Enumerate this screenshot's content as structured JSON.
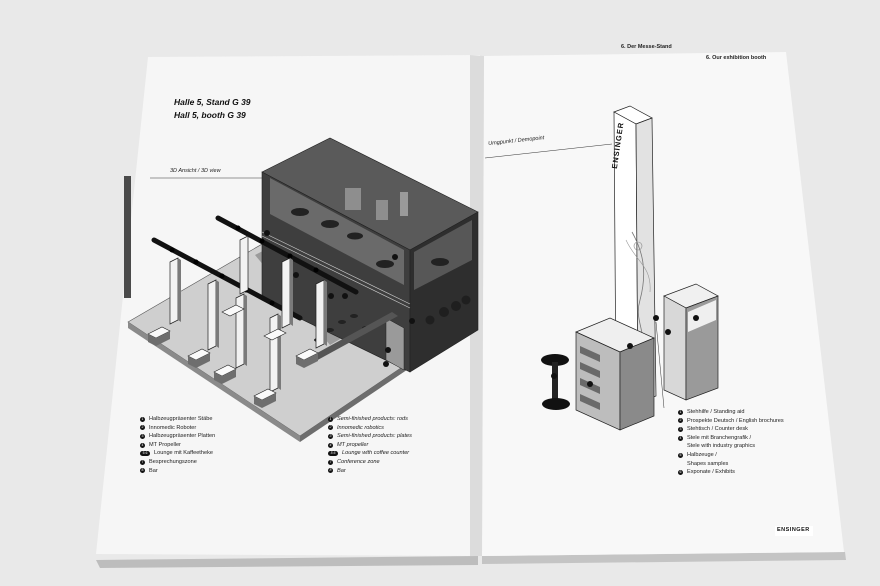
{
  "left_page": {
    "title_de": "Halle 5, Stand G 39",
    "title_en": "Hall 5, booth G 39",
    "view_label": "3D Ansicht / 3D view",
    "legend_de": [
      {
        "n": "1",
        "text": "Halbzeugpräsenter Stäbe"
      },
      {
        "n": "2",
        "text": "Innomedic Roboter"
      },
      {
        "n": "3",
        "text": "Halbzeugpräsenter Platten"
      },
      {
        "n": "4",
        "text": "MT Propeller"
      },
      {
        "n": "5 6",
        "text": "Lounge mit Kaffeetheke"
      },
      {
        "n": "7",
        "text": "Besprechungszone"
      },
      {
        "n": "8",
        "text": "Bar"
      }
    ],
    "legend_en": [
      {
        "n": "1",
        "text": "Semi-finished products: rods"
      },
      {
        "n": "2",
        "text": "Innomedic robotics"
      },
      {
        "n": "3",
        "text": "Semi-finished products: plates"
      },
      {
        "n": "4",
        "text": "MT propeller"
      },
      {
        "n": "5 6",
        "text": "Lounge with coffee counter"
      },
      {
        "n": "7",
        "text": "Conference zone"
      },
      {
        "n": "8",
        "text": "Bar"
      }
    ]
  },
  "right_page": {
    "header_de": "6. Der Messe-Stand",
    "header_en": "6. Our exhibition booth",
    "section_label": "Umgpunkt / Demopoint",
    "stele_text": "ENSINGER",
    "legend": [
      {
        "n": "1",
        "text": "Stehhilfe / Standing aid"
      },
      {
        "n": "2",
        "text": "Prospekte Deutsch / English brochures"
      },
      {
        "n": "3",
        "text": "Stehtisch / Counter desk"
      },
      {
        "n": "4",
        "text": "Stele mit Branchengrafik /"
      },
      {
        "n": "",
        "text": "Stele with industry graphics"
      },
      {
        "n": "5",
        "text": "Halbzeuge /"
      },
      {
        "n": "",
        "text": "Shapes samples"
      },
      {
        "n": "6",
        "text": "Exponate / Exhibits"
      }
    ],
    "footer_logo": "ENSINGER"
  },
  "colors": {
    "background": "#e9e9e9",
    "page": "#f8f8f8",
    "booth": "#3a3a3a",
    "accent": "#111111"
  }
}
